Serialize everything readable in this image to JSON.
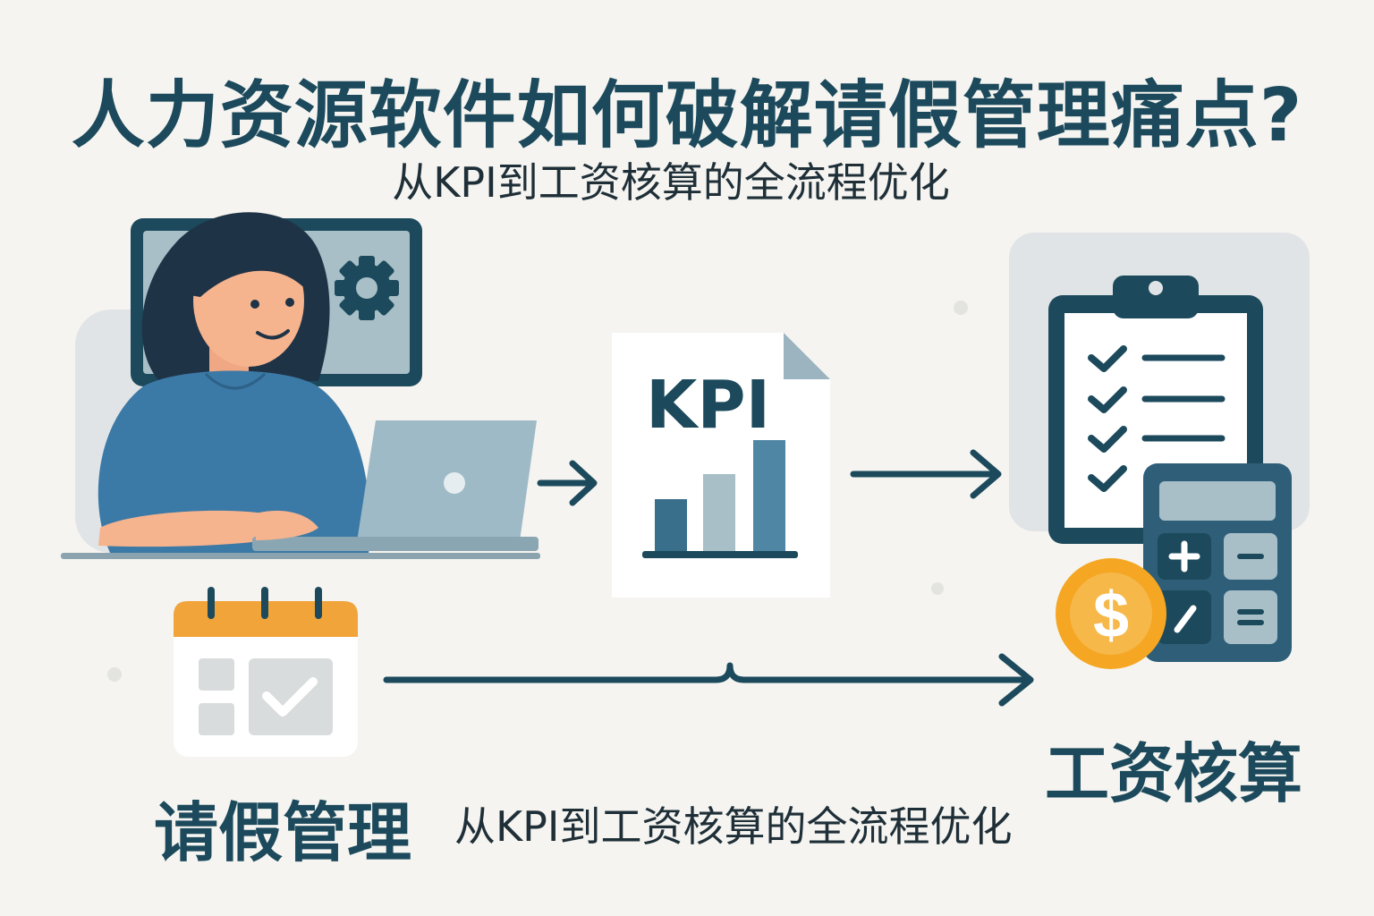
{
  "title": "人力资源软件如何破解请假管理痛点?",
  "subtitle": "从KPI到工资核算的全流程优化",
  "bottom_caption": "从KPI到工资核算的全流程优化",
  "leave_label": "请假管理",
  "payroll_label": "工资核算",
  "kpi_label": "KPI",
  "colors": {
    "primary": "#1c4a5c",
    "shirt": "#3b79a6",
    "accent_orange": "#f0a43a",
    "coin": "#f5a623",
    "background": "#f5f4f0"
  }
}
